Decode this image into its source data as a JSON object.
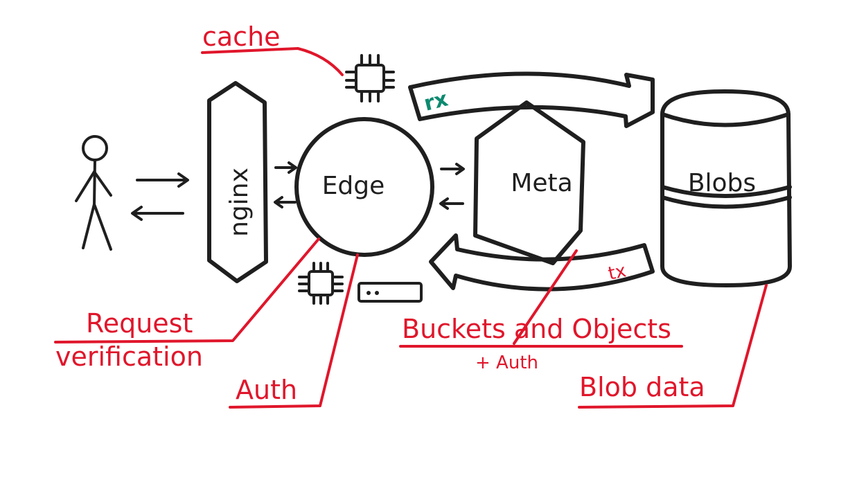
{
  "nodes": {
    "nginx": "nginx",
    "edge": "Edge",
    "meta": "Meta",
    "blobs": "Blobs"
  },
  "flows": {
    "rx": "rx",
    "tx": "tx"
  },
  "annotations": {
    "cache": "cache",
    "request_line1": "Request",
    "request_line2": "verification",
    "auth": "Auth",
    "buckets": "Buckets and Objects",
    "buckets_sub": "+ Auth",
    "blob_data": "Blob data"
  },
  "colors": {
    "ink": "#1f1f1f",
    "annotation": "#e0162b",
    "flow_label": "#0c8a70"
  },
  "icons": [
    "user-stick-figure",
    "cpu-chip-icon",
    "cpu-chip-icon",
    "server-icon"
  ]
}
